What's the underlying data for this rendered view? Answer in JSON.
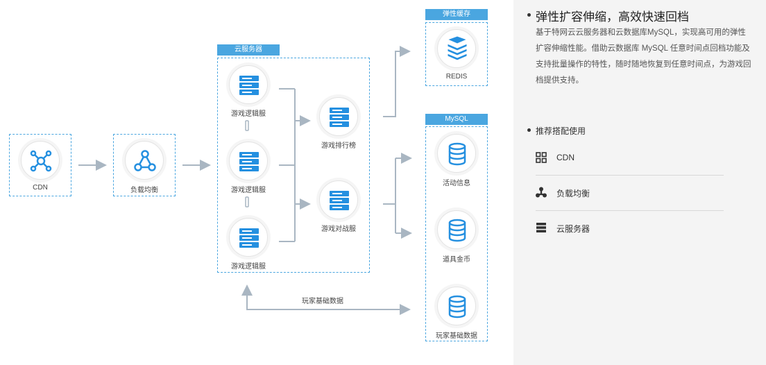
{
  "diagram": {
    "nodes": {
      "cdn": {
        "label": "CDN",
        "icon": "network-hub-icon"
      },
      "lb": {
        "label": "负载均衡",
        "icon": "load-balancer-icon"
      },
      "server_group": {
        "tag": "云服务器"
      },
      "logic1": {
        "label": "游戏逻辑服",
        "icon": "server-icon"
      },
      "logic2": {
        "label": "游戏逻辑服",
        "icon": "server-icon"
      },
      "logic3": {
        "label": "游戏逻辑服",
        "icon": "server-icon"
      },
      "rank": {
        "label": "游戏排行榜",
        "icon": "server-icon"
      },
      "battle": {
        "label": "游戏对战服",
        "icon": "server-icon"
      },
      "cache_group": {
        "tag": "弹性缓存"
      },
      "redis": {
        "label": "REDIS",
        "icon": "redis-stack-icon"
      },
      "mysql_group": {
        "tag": "MySQL"
      },
      "activity": {
        "label": "活动信息",
        "icon": "database-icon"
      },
      "items": {
        "label": "道具金币",
        "icon": "database-icon"
      },
      "player": {
        "label": "玩家基础数据",
        "icon": "database-icon"
      }
    },
    "edge_label": "玩家基础数据",
    "accent_color": "#4aa6e0",
    "arrow_color": "#a9b6c2"
  },
  "panel": {
    "title": "弹性扩容伸缩，高效快速回档",
    "description_lines": [
      "基于特网云云服务器和云数据库MySQL，实现高可用的弹性",
      "扩容伸缩性能。借助云数据库 MySQL 任意时间点回档功能及",
      "支持批量操作的特性，随时随地恢复到任意时间点，为游戏回",
      "档提供支持。"
    ],
    "recommend_title": "推荐搭配使用",
    "recommend_items": [
      {
        "label": "CDN",
        "icon": "grid-icon"
      },
      {
        "label": "负载均衡",
        "icon": "load-balancer-icon"
      },
      {
        "label": "云服务器",
        "icon": "server-list-icon"
      }
    ]
  }
}
